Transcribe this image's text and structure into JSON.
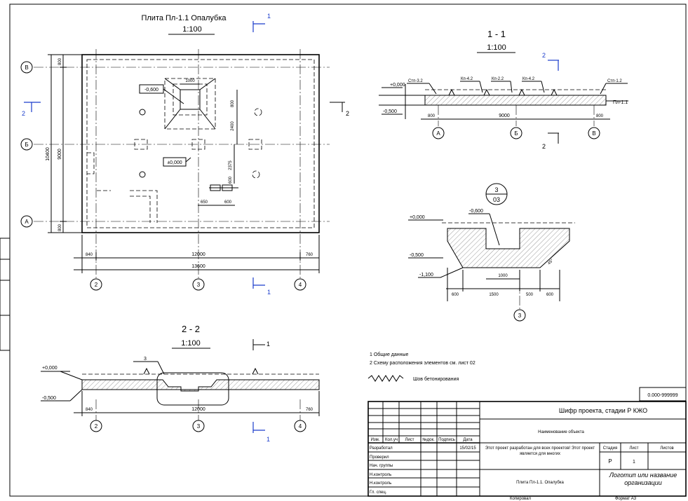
{
  "plan": {
    "title": "Плита Пл-1.1 Опалубка",
    "scale": "1:100",
    "axes_rows": [
      "В",
      "Б",
      "А"
    ],
    "axes_cols": [
      "2",
      "3",
      "4"
    ],
    "dims": {
      "left_edge": "840",
      "span": "12000",
      "right_edge": "760",
      "total": "13600",
      "left_total": "10400",
      "left_span": "9000",
      "left_top": "800",
      "left_bottom": "800",
      "pit_w": "1000",
      "pit_h": "800",
      "v1": "2400",
      "v2": "2375",
      "v3": "600",
      "h1": "650",
      "h2": "600"
    },
    "elev_pit": "-0,600",
    "elev_slab": "±0,000",
    "section_mark_1": "1",
    "section_mark_2": "2"
  },
  "section_1": {
    "title": "1 - 1",
    "scale": "1:100",
    "elev_top": "+0,000",
    "elev_bottom": "-0,500",
    "labels": [
      "Стп-3.2",
      "Кп-4.2",
      "Кп-2.2",
      "Кп-4.2",
      "Стп-1.2"
    ],
    "slab_label": "Пл-1.1",
    "dims": [
      "800",
      "9000",
      "800"
    ],
    "axes": [
      "А",
      "Б",
      "В"
    ],
    "section_mark": "2"
  },
  "detail_3": {
    "num": "3",
    "sheet": "03",
    "elev_top": "+0,000",
    "elev_pit": "-0,600",
    "elev_slab": "-0,500",
    "elev_bottom": "-1,100",
    "slope": "45°",
    "dims_top": "1000",
    "dims_bottom": [
      "600",
      "1500",
      "500",
      "600"
    ],
    "axis": "3"
  },
  "section_2": {
    "title": "2 - 2",
    "scale": "1:100",
    "elev_top": "+0,000",
    "elev_bottom": "-0,500",
    "callout": "3",
    "dims": [
      "840",
      "12000",
      "760"
    ],
    "axes": [
      "2",
      "3",
      "4"
    ],
    "section_mark": "1"
  },
  "notes": {
    "line1": "1  Общие данные",
    "line2": "2  Схему расположения элементов см. лист 02",
    "legend": "Шов бетонирования"
  },
  "title_block": {
    "code": "0.000-999999",
    "project": "Шифр проекта, стадии Р КЖО",
    "object": "Наименование объекта",
    "sheet_name": "Плита Пл-1.1. Опалубка",
    "description": "Этот проект разработан для всех проектов! Этот проект является для многих",
    "company": "Логотип или название организации",
    "col_heads": [
      "Изм.",
      "Кол.уч",
      "Лист",
      "№док.",
      "Подпись",
      "Дата"
    ],
    "roles": [
      "Разработал",
      "Проверил",
      "Нач. группы",
      "Н.контроль",
      "Н.контроль",
      "Гл. спец."
    ],
    "date": "15/02/15",
    "stage_head": "Стадия",
    "sheet_head": "Лист",
    "sheets_head": "Листов",
    "stage": "Р",
    "sheet_no": "1",
    "sheets_total": ""
  },
  "footer": {
    "format": "Формат А3",
    "copied": "Копировал"
  }
}
